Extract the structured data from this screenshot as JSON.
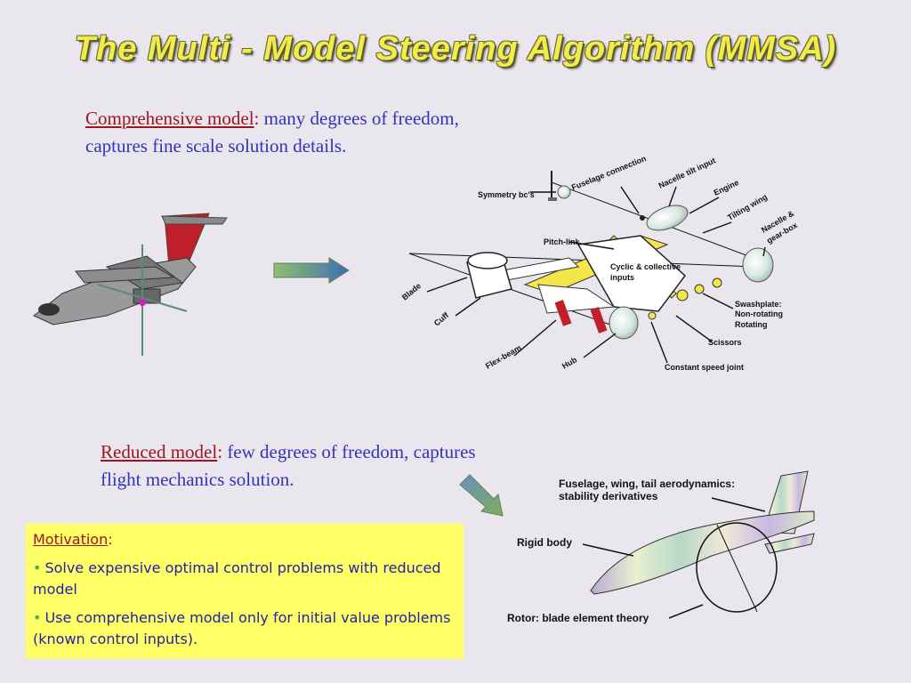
{
  "title": "The Multi - Model Steering Algorithm (MMSA)",
  "comprehensive": {
    "term": "Comprehensive model",
    "colon": ":",
    "text": " many degrees of freedom, captures fine scale solution details."
  },
  "reduced": {
    "term": "Reduced model",
    "colon": ":",
    "text": " few degrees of freedom, captures flight mechanics solution."
  },
  "motivation": {
    "title": "Motivation",
    "colon": ":",
    "bullet": "•",
    "items": [
      "Solve expensive optimal control problems with reduced model",
      "Use comprehensive model only for initial value problems (known control inputs)."
    ]
  },
  "rotor_diagram": {
    "labels": {
      "symmetry": "Symmetry bc's",
      "fuselage_connection": "Fuselage connection",
      "nacelle_tilt": "Nacelle tilt input",
      "engine": "Engine",
      "tilting_wing": "Tilting wing",
      "nacelle_gearbox_1": "Nacelle &",
      "nacelle_gearbox_2": "gear-box",
      "pitch_link": "Pitch-link",
      "cyclic_1": "Cyclic & collective",
      "cyclic_2": "inputs",
      "blade": "Blade",
      "cuff": "Cuff",
      "swashplate_1": "Swashplate:",
      "swashplate_2": "Non-rotating",
      "swashplate_3": "Rotating",
      "scissors": "Scissors",
      "flex_beam": "Flex-beam",
      "hub": "Hub",
      "constant_speed": "Constant speed joint"
    }
  },
  "reduced_diagram": {
    "labels": {
      "fuselage_1": "Fuselage, wing, tail aerodynamics:",
      "fuselage_2": "stability derivatives",
      "rigid_body": "Rigid body",
      "rotor": "Rotor: blade element theory"
    }
  },
  "colors": {
    "title": "#f2ec4a",
    "term": "#a0141e",
    "body_text": "#3333bb",
    "motivation_bg": "#ffff66",
    "arrow": "#7ba05b"
  }
}
